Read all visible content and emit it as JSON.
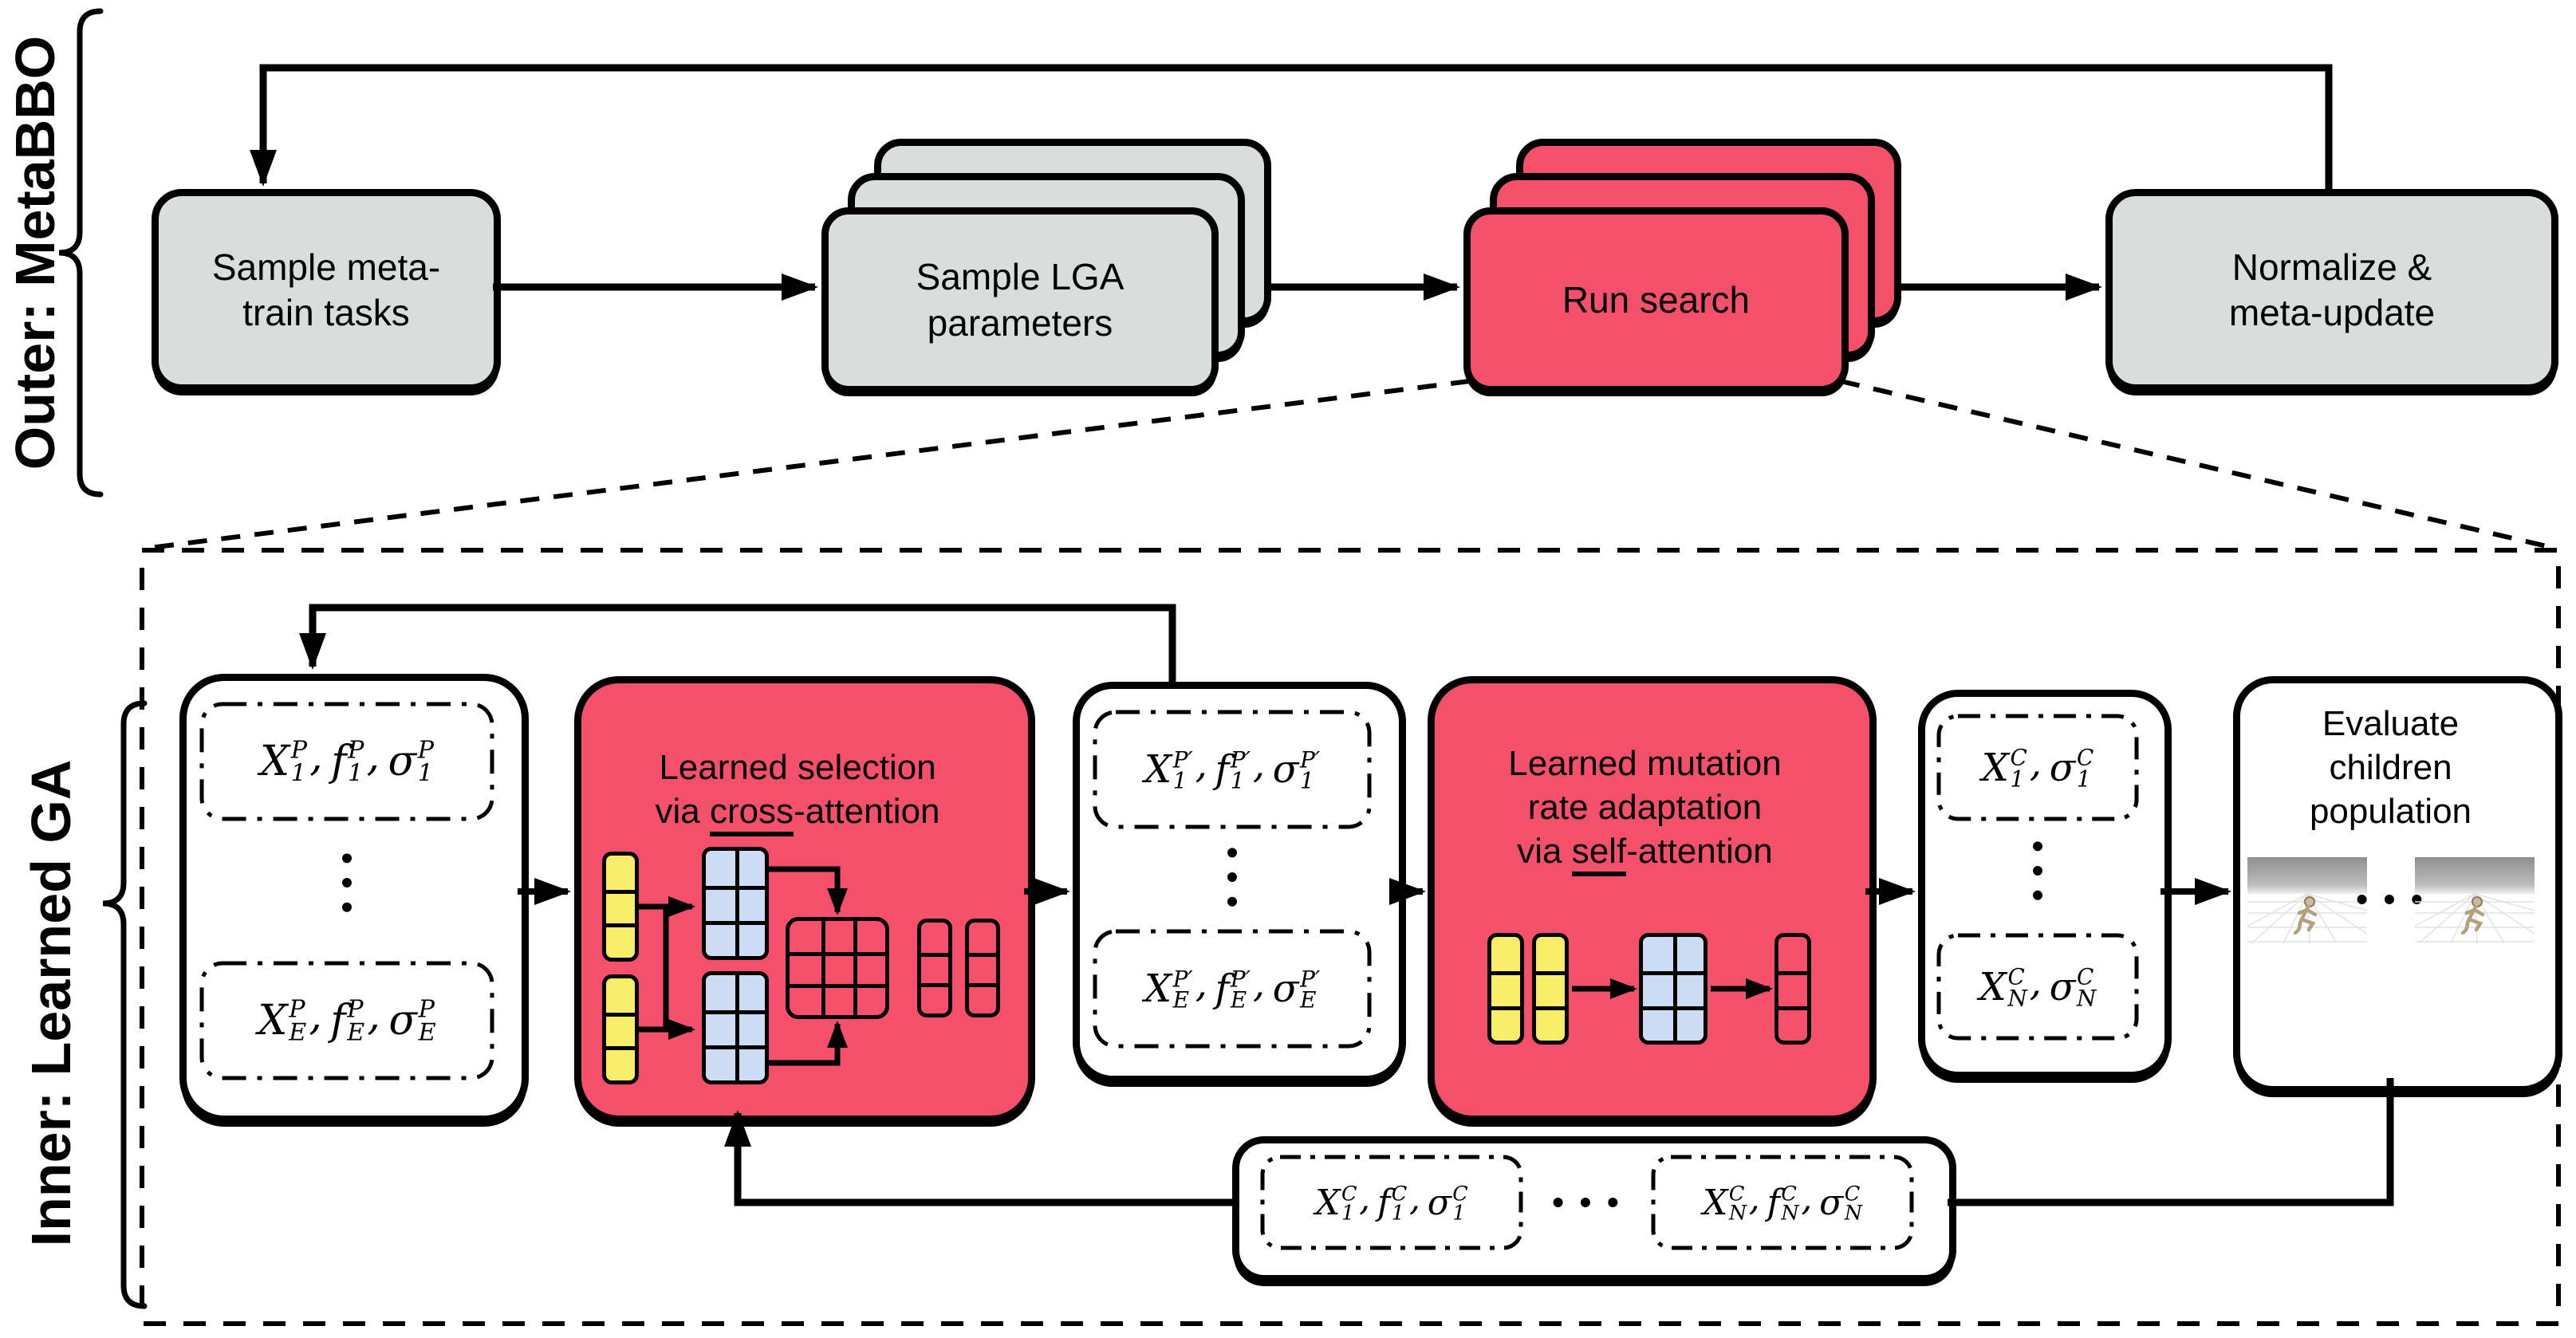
{
  "colors": {
    "accent_red": "#f4506b",
    "box_gray": "#d9dddc",
    "attention_yellow": "#f8ed68",
    "attention_blue": "#ccdcf5"
  },
  "outer": {
    "section_label": "Outer: MetaBBO",
    "brace": "{",
    "sample_tasks": "Sample meta-\ntrain tasks",
    "sample_lga": "Sample LGA\nparameters",
    "run_search": "Run search",
    "normalize": "Normalize &\nmeta-update"
  },
  "inner": {
    "section_label": "Inner: Learned GA",
    "parent_top": "X_1^P, f_1^P, σ_1^P",
    "parent_bottom": "X_E^P, f_E^P, σ_E^P",
    "selection_title_pre": "Learned selection\nvia ",
    "selection_title_underline": "cross",
    "selection_title_post": "-attention",
    "selected_top": "X_1^P′, f_1^P′, σ_1^P′",
    "selected_bottom": "X_E^P′, f_E^P′, σ_E^P′",
    "mutation_title_pre": "Learned mutation\nrate adaptation\nvia ",
    "mutation_title_underline": "self",
    "mutation_title_post": "-attention",
    "children_top": "X_1^C, σ_1^C",
    "children_bottom": "X_N^C, σ_N^C",
    "evaluate_title": "Evaluate\nchildren\npopulation",
    "evaluate_dots": "• • •",
    "vdots": "•••",
    "feedback_left": "X_1^C, f_1^C, σ_1^C",
    "feedback_dots": "• • •",
    "feedback_right": "X_N^C, f_N^C, σ_N^C"
  }
}
